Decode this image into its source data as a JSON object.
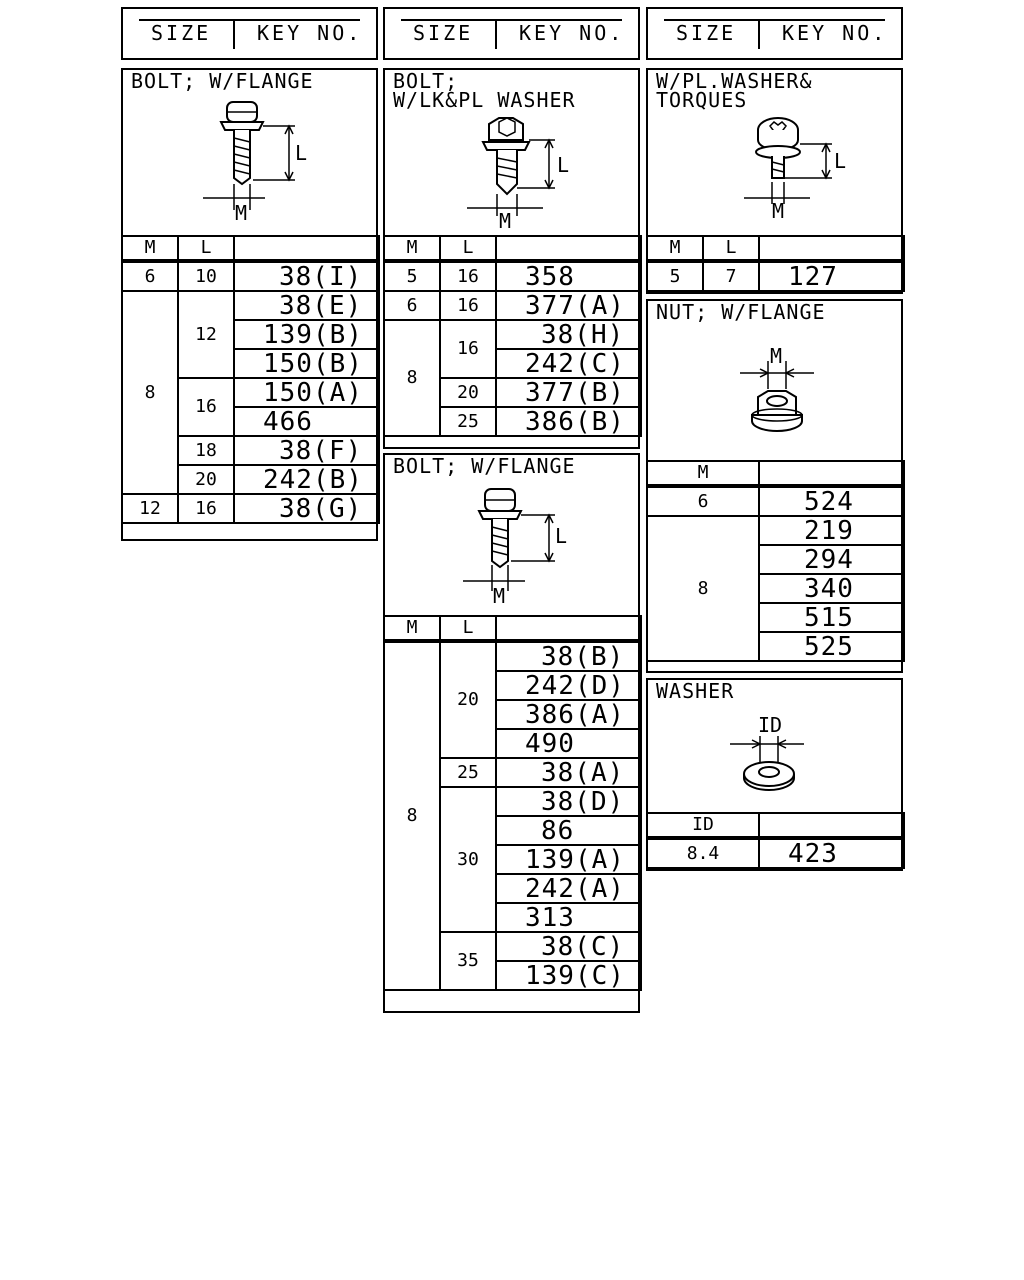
{
  "header": {
    "size_label": "SIZE",
    "key_label": "KEY NO."
  },
  "panels": {
    "bolt_flange_1": {
      "title": "BOLT; W/FLANGE",
      "dim_l": "L",
      "dim_m": "M",
      "col_m": "M",
      "col_l": "L",
      "rows": [
        {
          "m": "6",
          "l": "10",
          "key": "38(I)"
        },
        {
          "m": "8",
          "l": "12",
          "key": "38(E)"
        },
        {
          "m": "",
          "l": "",
          "key": "139(B)"
        },
        {
          "m": "",
          "l": "",
          "key": "150(B)"
        },
        {
          "m": "",
          "l": "16",
          "key": "150(A)"
        },
        {
          "m": "",
          "l": "",
          "key": "466"
        },
        {
          "m": "",
          "l": "18",
          "key": "38(F)"
        },
        {
          "m": "",
          "l": "20",
          "key": "242(B)"
        },
        {
          "m": "12",
          "l": "16",
          "key": "38(G)"
        }
      ]
    },
    "bolt_lk_pl_washer": {
      "title": "BOLT;\nW/LK&PL WASHER",
      "dim_l": "L",
      "dim_m": "M",
      "col_m": "M",
      "col_l": "L",
      "rows": [
        {
          "m": "5",
          "l": "16",
          "key": "358"
        },
        {
          "m": "6",
          "l": "16",
          "key": "377(A)"
        },
        {
          "m": "8",
          "l": "16",
          "key": "38(H)"
        },
        {
          "m": "",
          "l": "",
          "key": "242(C)"
        },
        {
          "m": "",
          "l": "20",
          "key": "377(B)"
        },
        {
          "m": "",
          "l": "25",
          "key": "386(B)"
        }
      ]
    },
    "bolt_flange_2": {
      "title": "BOLT; W/FLANGE",
      "dim_l": "L",
      "dim_m": "M",
      "col_m": "M",
      "col_l": "L",
      "rows": [
        {
          "m": "8",
          "l": "20",
          "key": "38(B)"
        },
        {
          "m": "",
          "l": "",
          "key": "242(D)"
        },
        {
          "m": "",
          "l": "",
          "key": "386(A)"
        },
        {
          "m": "",
          "l": "",
          "key": "490"
        },
        {
          "m": "",
          "l": "25",
          "key": "38(A)"
        },
        {
          "m": "",
          "l": "30",
          "key": "38(D)"
        },
        {
          "m": "",
          "l": "",
          "key": "86"
        },
        {
          "m": "",
          "l": "",
          "key": "139(A)"
        },
        {
          "m": "",
          "l": "",
          "key": "242(A)"
        },
        {
          "m": "",
          "l": "",
          "key": "313"
        },
        {
          "m": "",
          "l": "35",
          "key": "38(C)"
        },
        {
          "m": "",
          "l": "",
          "key": "139(C)"
        }
      ]
    },
    "pl_washer_torques": {
      "title": "W/PL.WASHER&\nTORQUES",
      "dim_l": "L",
      "dim_m": "M",
      "col_m": "M",
      "col_l": "L",
      "rows": [
        {
          "m": "5",
          "l": "7",
          "key": "127"
        }
      ]
    },
    "nut_flange": {
      "title": "NUT; W/FLANGE",
      "dim_m": "M",
      "col_m": "M",
      "rows": [
        {
          "m": "6",
          "key": "524"
        },
        {
          "m": "8",
          "key": "219"
        },
        {
          "m": "",
          "key": "294"
        },
        {
          "m": "",
          "key": "340"
        },
        {
          "m": "",
          "key": "515"
        },
        {
          "m": "",
          "key": "525"
        }
      ]
    },
    "washer": {
      "title": "WASHER",
      "dim_id": "ID",
      "col_id": "ID",
      "rows": [
        {
          "id": "8.4",
          "key": "423"
        }
      ]
    }
  }
}
